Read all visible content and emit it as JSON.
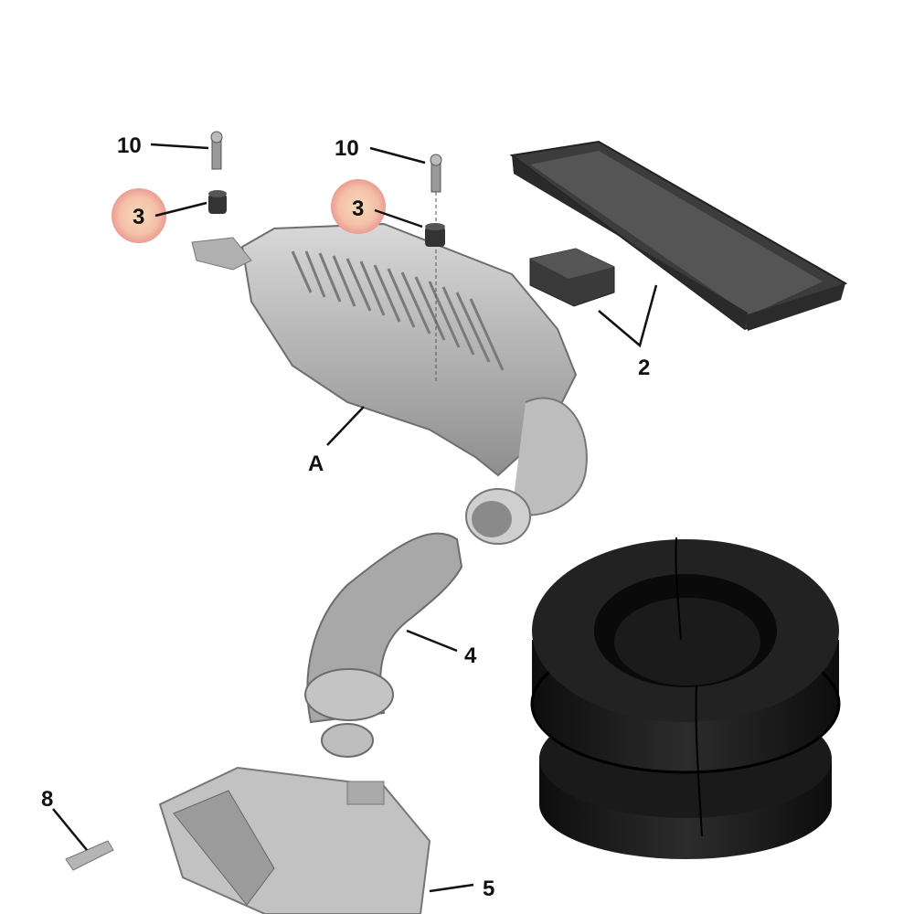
{
  "labels": {
    "bolt_left": "10",
    "bolt_right": "10",
    "grommet_left": "3",
    "grommet_right": "3",
    "filter": "2",
    "air_box": "A",
    "hose": "4",
    "clip": "8",
    "lower_housing": "5"
  },
  "colors": {
    "highlight": "#f3b8a8",
    "grommet": "#1e1e1e",
    "part_gray": "#b9b9b9"
  }
}
